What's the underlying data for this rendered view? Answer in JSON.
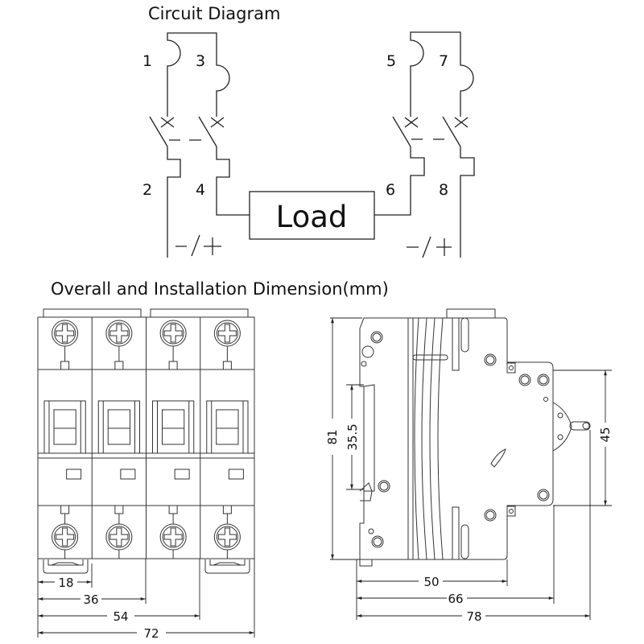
{
  "circuit": {
    "title": "Circuit Diagram",
    "terminals_top": [
      "1",
      "3",
      "5",
      "7"
    ],
    "terminals_bottom": [
      "2",
      "4",
      "6",
      "8"
    ],
    "load_label": "Load",
    "polarity_left": "—/+",
    "polarity_right": "—/+"
  },
  "dimensions": {
    "title": "Overall and Installation Dimension(mm)",
    "front_view": {
      "poles": 4,
      "width_labels": [
        "18",
        "36",
        "54",
        "72"
      ]
    },
    "side_view": {
      "height_label": "81",
      "rail_label": "35.5",
      "front_height_label": "45",
      "width_labels": [
        "50",
        "66",
        "78"
      ]
    }
  }
}
